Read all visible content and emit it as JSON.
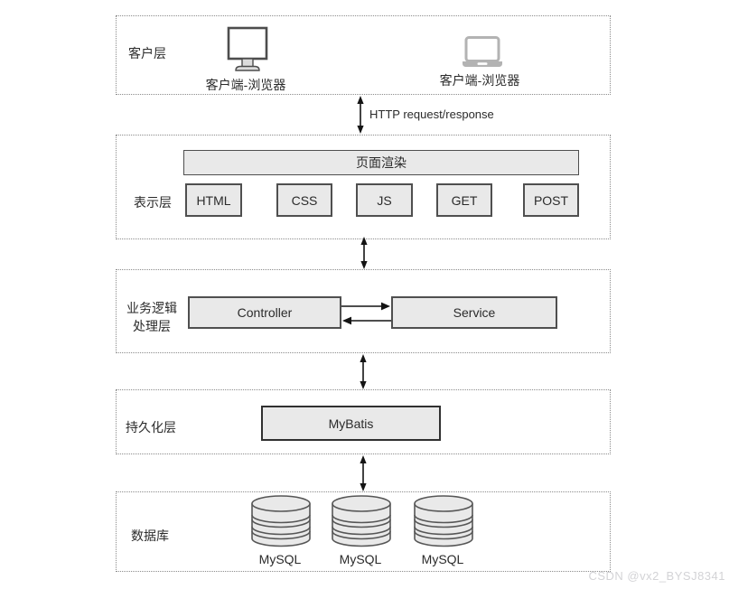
{
  "diagram": {
    "client_layer": {
      "label": "客户层",
      "clients": [
        {
          "icon": "desktop-monitor-icon",
          "label": "客户端-浏览器"
        },
        {
          "icon": "laptop-icon",
          "label": "客户端-浏览器"
        }
      ]
    },
    "http_connection": {
      "label": "HTTP request/response"
    },
    "presentation_layer": {
      "label": "表示层",
      "render_box": "页面渲染",
      "items": [
        "HTML",
        "CSS",
        "JS",
        "GET",
        "POST"
      ]
    },
    "business_layer": {
      "label": "业务逻辑\n处理层",
      "controller": "Controller",
      "service": "Service"
    },
    "persistence_layer": {
      "label": "持久化层",
      "framework": "MyBatis"
    },
    "database_layer": {
      "label": "数据库",
      "databases": [
        {
          "label": "MySQL"
        },
        {
          "label": "MySQL"
        },
        {
          "label": "MySQL"
        }
      ]
    }
  },
  "watermark": "CSDN @vx2_BYSJ8341",
  "colors": {
    "box_fill": "#e9e9e9",
    "box_border": "#4f4f4f",
    "container_border": "#8c8c8c",
    "arrow": "#141414",
    "text": "#2b2b2b",
    "monitor_icon": "#4d4d4d",
    "laptop_icon": "#b3b3b3",
    "watermark": "#d3d3d6"
  }
}
